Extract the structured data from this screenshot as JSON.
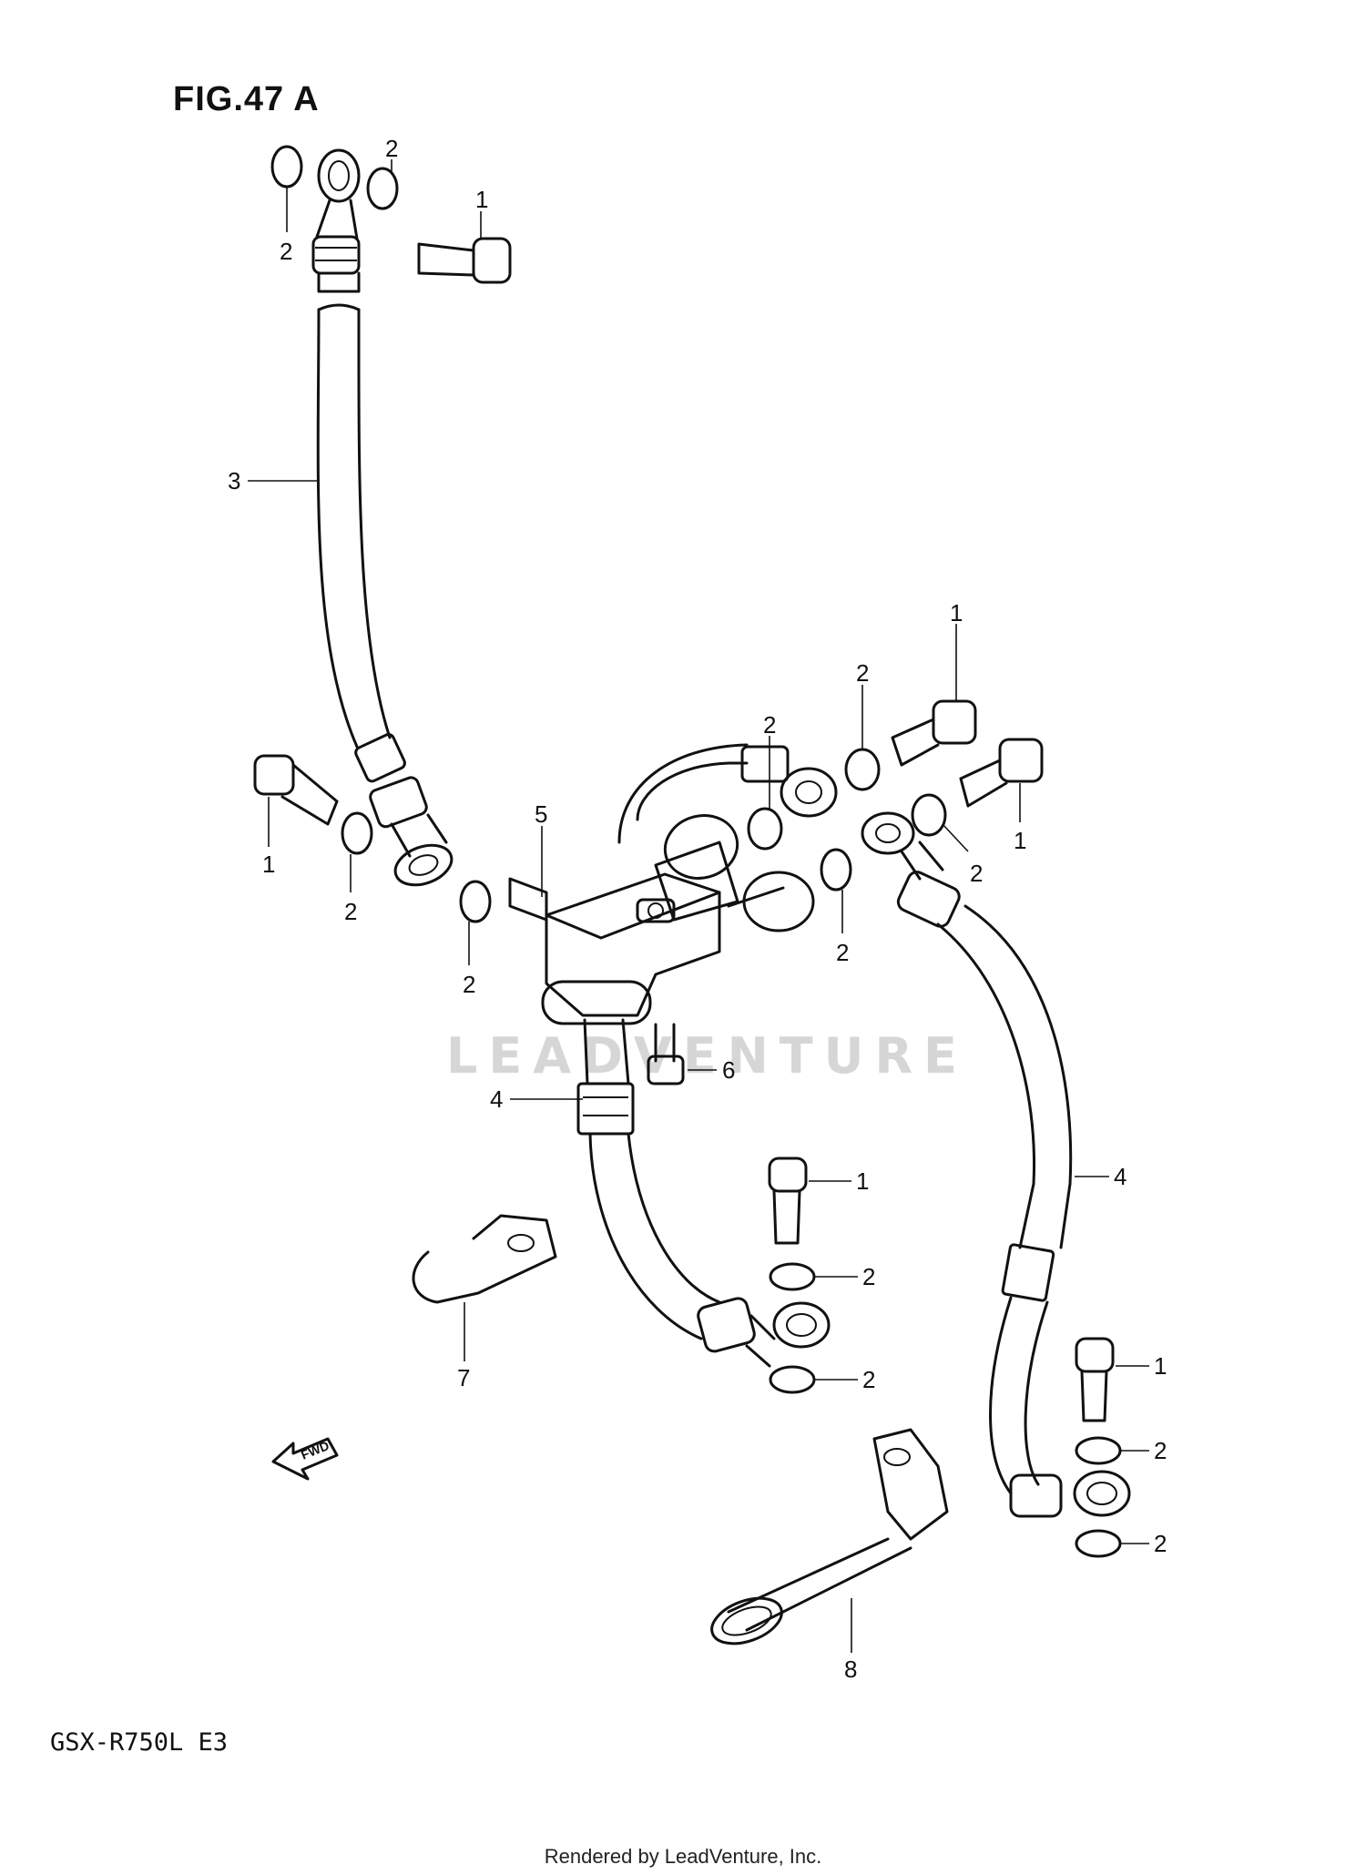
{
  "figure_title": "FIG.47 A",
  "model_code": "GSX-R750L  E3",
  "footer": "Rendered by LeadVenture, Inc.",
  "watermark": "LEADVENTURE",
  "fwd_label": "FWD",
  "callouts": {
    "c1a": "1",
    "c2a": "2",
    "c2b": "2",
    "c3": "3",
    "c1b": "1",
    "c2c": "2",
    "c2d": "2",
    "c5": "5",
    "c2e": "2",
    "c2f": "2",
    "c1c": "1",
    "c1d": "1",
    "c2g": "2",
    "c2h": "2",
    "c6": "6",
    "c4a": "4",
    "c4b": "4",
    "c1e": "1",
    "c2i": "2",
    "c2j": "2",
    "c7": "7",
    "c1f": "1",
    "c2k": "2",
    "c2l": "2",
    "c8": "8"
  }
}
